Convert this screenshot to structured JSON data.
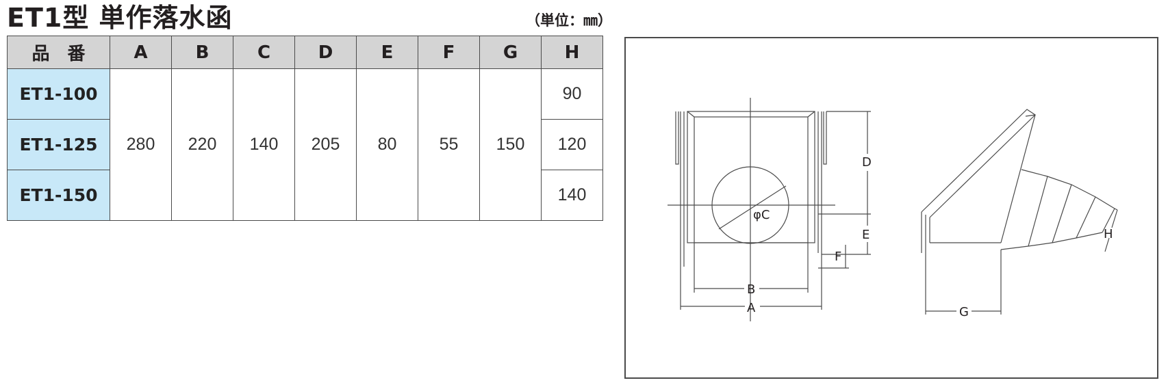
{
  "title": "ET1型 単作落水函",
  "unit": "（単位：㎜）",
  "table": {
    "headers": [
      "品　番",
      "A",
      "B",
      "C",
      "D",
      "E",
      "F",
      "G",
      "H"
    ],
    "rows": [
      {
        "part": "ET1-100",
        "H": "90"
      },
      {
        "part": "ET1-125",
        "H": "120"
      },
      {
        "part": "ET1-150",
        "H": "140"
      }
    ],
    "shared": {
      "A": "280",
      "B": "220",
      "C": "140",
      "D": "205",
      "E": "80",
      "F": "55",
      "G": "150"
    }
  },
  "diagram": {
    "front_labels": {
      "A": "A",
      "B": "B",
      "C": "φC",
      "D": "D",
      "E": "E",
      "F": "F"
    },
    "side_labels": {
      "G": "G",
      "H": "H"
    }
  },
  "colors": {
    "header_bg": "#d4d4d4",
    "part_bg": "#c8e8f8",
    "line": "#4a4a4a"
  }
}
